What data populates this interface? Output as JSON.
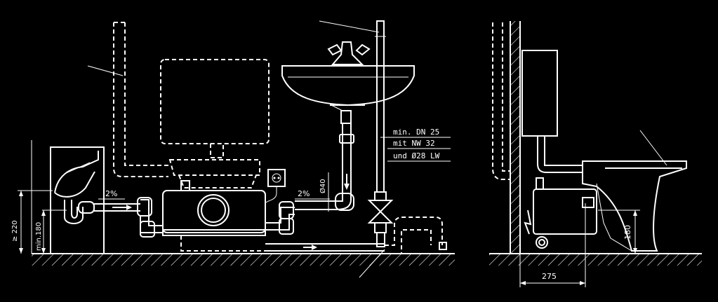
{
  "labels": {
    "slope_left": "2%",
    "slope_right": "2%",
    "pipe_diameter": "Ø40",
    "spec_line1": "min. DN 25",
    "spec_line2": "mit NW  32",
    "spec_line3": "und Ø28 LW",
    "height_total": "≥ 220",
    "height_min": "min.180",
    "side_height": "180",
    "side_width": "275"
  },
  "colors": {
    "background": "#000000",
    "line": "#ffffff"
  }
}
